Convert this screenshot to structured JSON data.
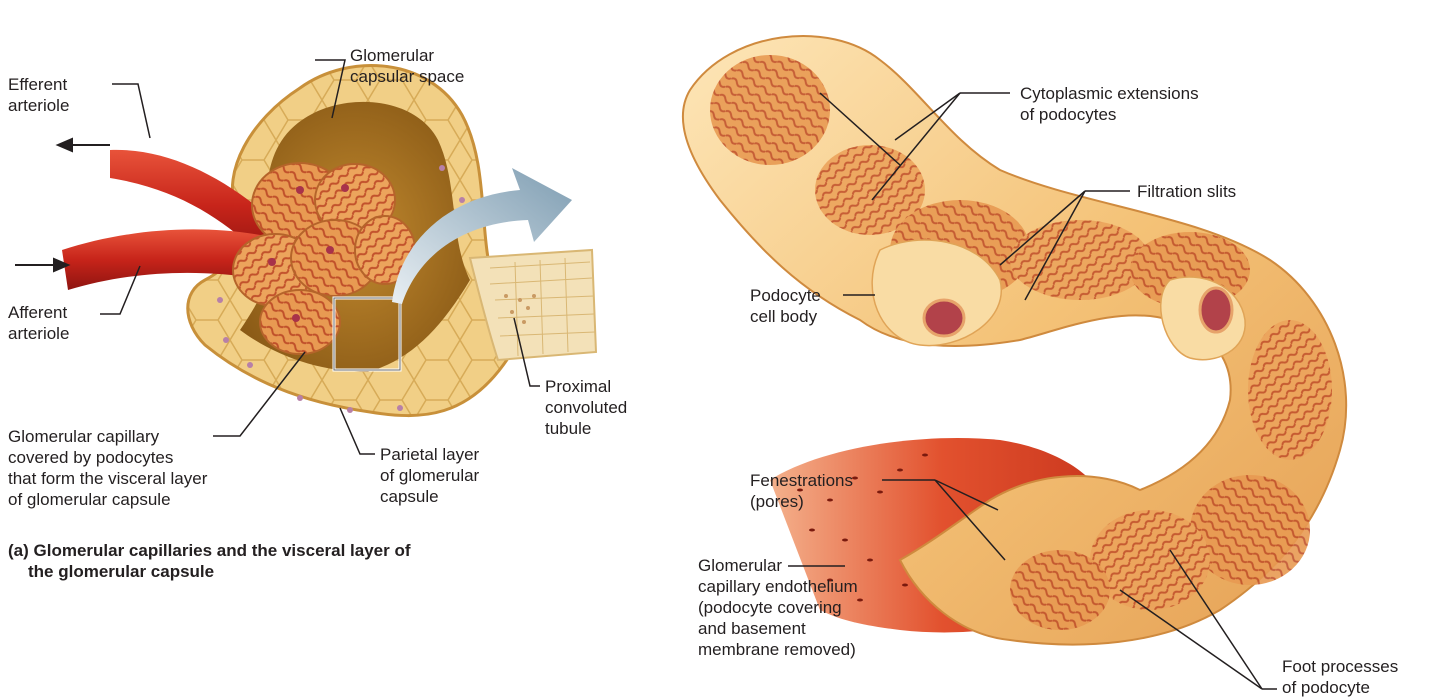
{
  "labels": {
    "efferent": [
      "Efferent",
      "arteriole"
    ],
    "afferent": [
      "Afferent",
      "arteriole"
    ],
    "capsular_space": [
      "Glomerular",
      "capsular space"
    ],
    "glom_capillary": [
      "Glomerular capillary",
      "covered by podocytes",
      "that form the visceral layer",
      "of glomerular capsule"
    ],
    "parietal": [
      "Parietal layer",
      "of glomerular",
      "capsule"
    ],
    "proximal": [
      "Proximal",
      "convoluted",
      "tubule"
    ],
    "cytoplasmic": [
      "Cytoplasmic extensions",
      "of podocytes"
    ],
    "filtration": [
      "Filtration slits"
    ],
    "podocyte_body": [
      "Podocyte",
      "cell body"
    ],
    "fenestrations": [
      "Fenestrations",
      "(pores)"
    ],
    "endothelium": [
      "Glomerular",
      "capillary endothelium",
      "(podocyte covering",
      "and basement",
      "membrane removed)"
    ],
    "foot": [
      "Foot processes",
      "of podocyte"
    ]
  },
  "caption": {
    "line1": "(a) Glomerular capillaries and the visceral layer of",
    "line2": "the glomerular capsule"
  }
}
